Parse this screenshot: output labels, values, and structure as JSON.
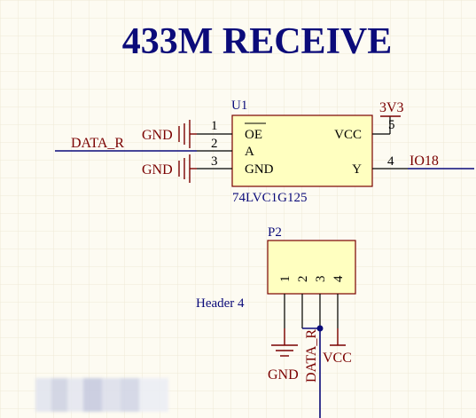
{
  "title": "433M RECEIVE",
  "u1": {
    "designator": "U1",
    "part": "74LVC1G125",
    "pins": {
      "oe": "OE",
      "a": "A",
      "gnd": "GND",
      "vcc": "VCC",
      "y": "Y",
      "n1": "1",
      "n2": "2",
      "n3": "3",
      "n4": "4",
      "n5": "5"
    }
  },
  "nets": {
    "gnd_1": "GND",
    "gnd_3": "GND",
    "data_r": "DATA_R",
    "power": "3V3",
    "io18": "IO18"
  },
  "p2": {
    "designator": "P2",
    "comment": "Header 4",
    "pins": [
      "1",
      "2",
      "3",
      "4"
    ],
    "nets": {
      "gnd": "GND",
      "data_r": "DATA_R",
      "vcc": "VCC"
    }
  },
  "colors": {
    "background": "#fdfbf2",
    "grid": "#eee9d6",
    "component_fill": "#ffffc0",
    "component_border": "#7a0000",
    "wire": "#0b0b7a",
    "power_symbol": "#7a0000",
    "junction": "#0b0b7a"
  }
}
